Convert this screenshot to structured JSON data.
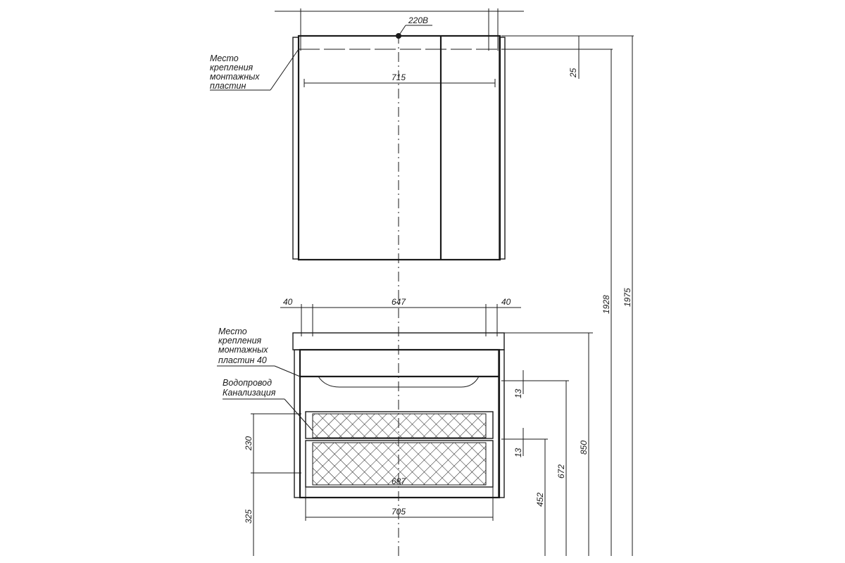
{
  "top_cabinet": {
    "power_label": "220В",
    "width_inner": "715",
    "offset_top": "25",
    "mount_note": [
      "Место",
      "крепления",
      "монтажных",
      "пластин"
    ]
  },
  "bottom_cabinet": {
    "margin_left": "40",
    "width_inner": "647",
    "margin_right": "40",
    "mount_note": [
      "Место",
      "крепления",
      "монтажных",
      "пластин 40"
    ],
    "plumbing_note": [
      "Водопровод",
      "Канализация"
    ],
    "width_drawers": "687",
    "width_total": "705",
    "gap_upper": "13",
    "gap_lower": "13",
    "height_850": "850",
    "height_672": "672",
    "height_452": "452",
    "pipe_zone": "230",
    "pipe_floor": "325"
  },
  "overall": {
    "height_1928": "1928",
    "height_1975": "1975"
  }
}
